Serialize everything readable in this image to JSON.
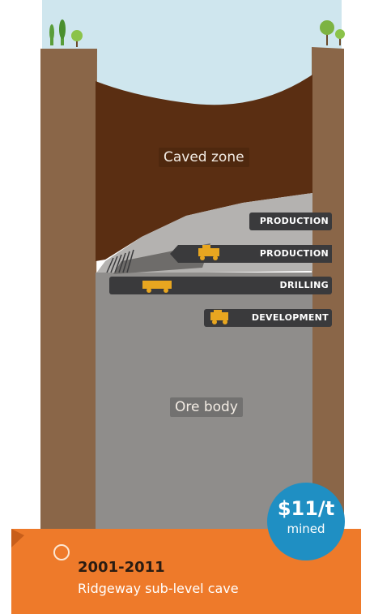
{
  "labels": {
    "caved_zone": "Caved zone",
    "ore_body": "Ore body"
  },
  "levels": [
    {
      "label": "PRODUCTION"
    },
    {
      "label": "PRODUCTION"
    },
    {
      "label": "DRILLING"
    },
    {
      "label": "DEVELOPMENT"
    }
  ],
  "badge": {
    "value": "$11/t",
    "unit": "mined"
  },
  "footer": {
    "years": "2001-2011",
    "caption": "Ridgeway sub-level cave"
  },
  "colors": {
    "sky": "#cfe6ee",
    "ground_brown": "#8a6648",
    "caved_zone": "#5a2e12",
    "ore_body": "#8f8d8b",
    "level_bar": "#3a3a3c",
    "badge": "#1f8fc3",
    "banner": "#ee7a2a",
    "machine": "#e8a620",
    "tree": "#5a9e3a"
  }
}
